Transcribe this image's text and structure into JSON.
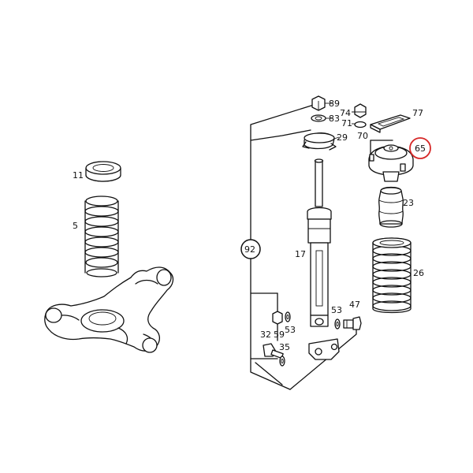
{
  "diagram": {
    "highlight_color": "#d62828",
    "ink_color": "#111111",
    "background": "#ffffff",
    "part_labels": {
      "p89": "89",
      "p83": "83",
      "p29": "29",
      "p74": "74",
      "p71": "71",
      "p70": "70",
      "p77": "77",
      "p65": "65",
      "p11": "11",
      "p5": "5",
      "p92": "92",
      "p17": "17",
      "p23": "23",
      "p26": "26",
      "p53a": "53",
      "p47": "47",
      "p53b": "53",
      "p32": "32",
      "p59": "59",
      "p35": "35"
    },
    "highlighted_part": "65"
  }
}
